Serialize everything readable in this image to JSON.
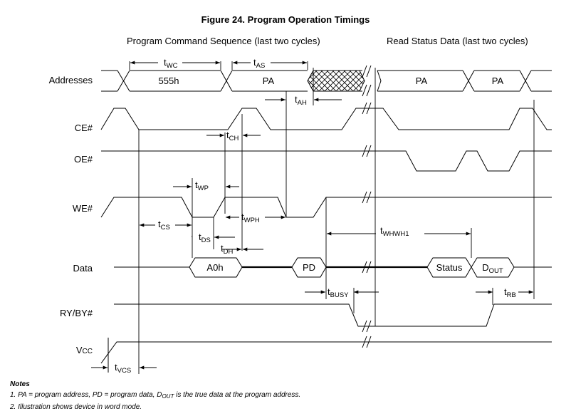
{
  "figure_title": "Figure 24.  Program Operation Timings",
  "sections": {
    "left": "Program Command Sequence (last two cycles)",
    "right": "Read Status Data (last two cycles)"
  },
  "signals": {
    "addresses": "Addresses",
    "ce": "CE#",
    "oe": "OE#",
    "we": "WE#",
    "data": "Data",
    "rdy": "RY/BY#",
    "vcc_main": "V",
    "vcc_sub": "CC"
  },
  "bus_values": {
    "addr1": "555h",
    "addr2": "PA",
    "addr3": "PA",
    "addr4": "PA",
    "data1": "A0h",
    "data2": "PD",
    "data3": "Status",
    "data4_main": "D",
    "data4_sub": "OUT"
  },
  "timing_labels": {
    "twc": {
      "main": "t",
      "sub": "WC"
    },
    "tas": {
      "main": "t",
      "sub": "AS"
    },
    "tah": {
      "main": "t",
      "sub": "AH"
    },
    "tch": {
      "main": "t",
      "sub": "CH"
    },
    "twp": {
      "main": "t",
      "sub": "WP"
    },
    "twph": {
      "main": "t",
      "sub": "WPH"
    },
    "tcs": {
      "main": "t",
      "sub": "CS"
    },
    "tds": {
      "main": "t",
      "sub": "DS"
    },
    "tdh": {
      "main": "t",
      "sub": "DH"
    },
    "twhwh1": {
      "main": "t",
      "sub": "WHWH1"
    },
    "tbusy": {
      "main": "t",
      "sub": "BUSY"
    },
    "trb": {
      "main": "t",
      "sub": "RB"
    },
    "tvcs": {
      "main": "t",
      "sub": "VCS"
    }
  },
  "notes": {
    "heading": "Notes",
    "note1_a": "1.  PA = program address, PD = program data, D",
    "note1_sub": "OUT",
    "note1_b": " is the true data at the program address.",
    "note2": "2.  Illustration shows device in word mode."
  }
}
